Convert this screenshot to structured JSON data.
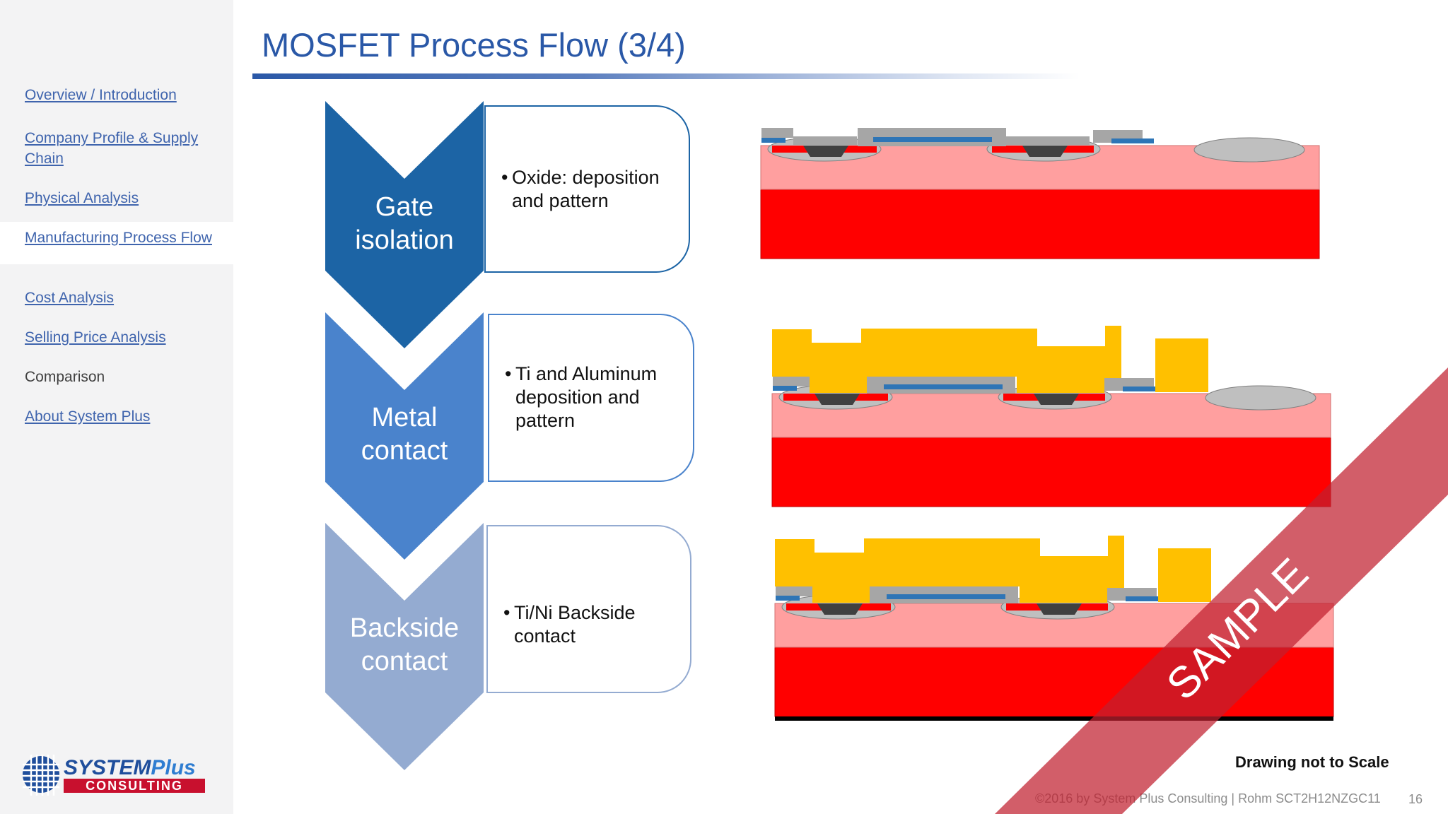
{
  "title": "MOSFET Process Flow (3/4)",
  "sidebar": {
    "items": [
      {
        "label": "Overview / Introduction"
      },
      {
        "label": "Company Profile & Supply"
      },
      {
        "label": "Chain"
      },
      {
        "label": "Physical Analysis"
      },
      {
        "label": "Manufacturing Process Flow"
      },
      {
        "label": "Cost Analysis"
      },
      {
        "label": "Selling Price Analysis"
      },
      {
        "label": "Comparison"
      },
      {
        "label": "About System Plus"
      }
    ],
    "active": "Manufacturing Process Flow",
    "logo": {
      "top": "SYSTEMPlus",
      "bottom": "CONSULTING"
    }
  },
  "steps": [
    {
      "label_line1": "Gate",
      "label_line2": "isolation",
      "bullet_line1": "Oxide: deposition",
      "bullet_line2": "and pattern",
      "bullet_line3": "",
      "color": "#1c64a5"
    },
    {
      "label_line1": "Metal",
      "label_line2": "contact",
      "bullet_line1": "Ti and Aluminum",
      "bullet_line2": "deposition and",
      "bullet_line3": "pattern",
      "color": "#4a83cc"
    },
    {
      "label_line1": "Backside",
      "label_line2": "contact",
      "bullet_line1": "Ti/Ni Backside",
      "bullet_line2": "contact",
      "bullet_line3": "",
      "color": "#94abd1"
    }
  ],
  "note": "Drawing not to Scale",
  "watermark": "SAMPLE",
  "footer": "©2016 by System Plus Consulting | Rohm SCT2H12NZGC11",
  "page_number": "16",
  "colors": {
    "substrate": "#ff0000",
    "epi": "#ff9f9f",
    "oxide": "#a6a6a6",
    "gate": "#2e75b6",
    "metal": "#ffc000",
    "watermark": "#c0202f"
  }
}
